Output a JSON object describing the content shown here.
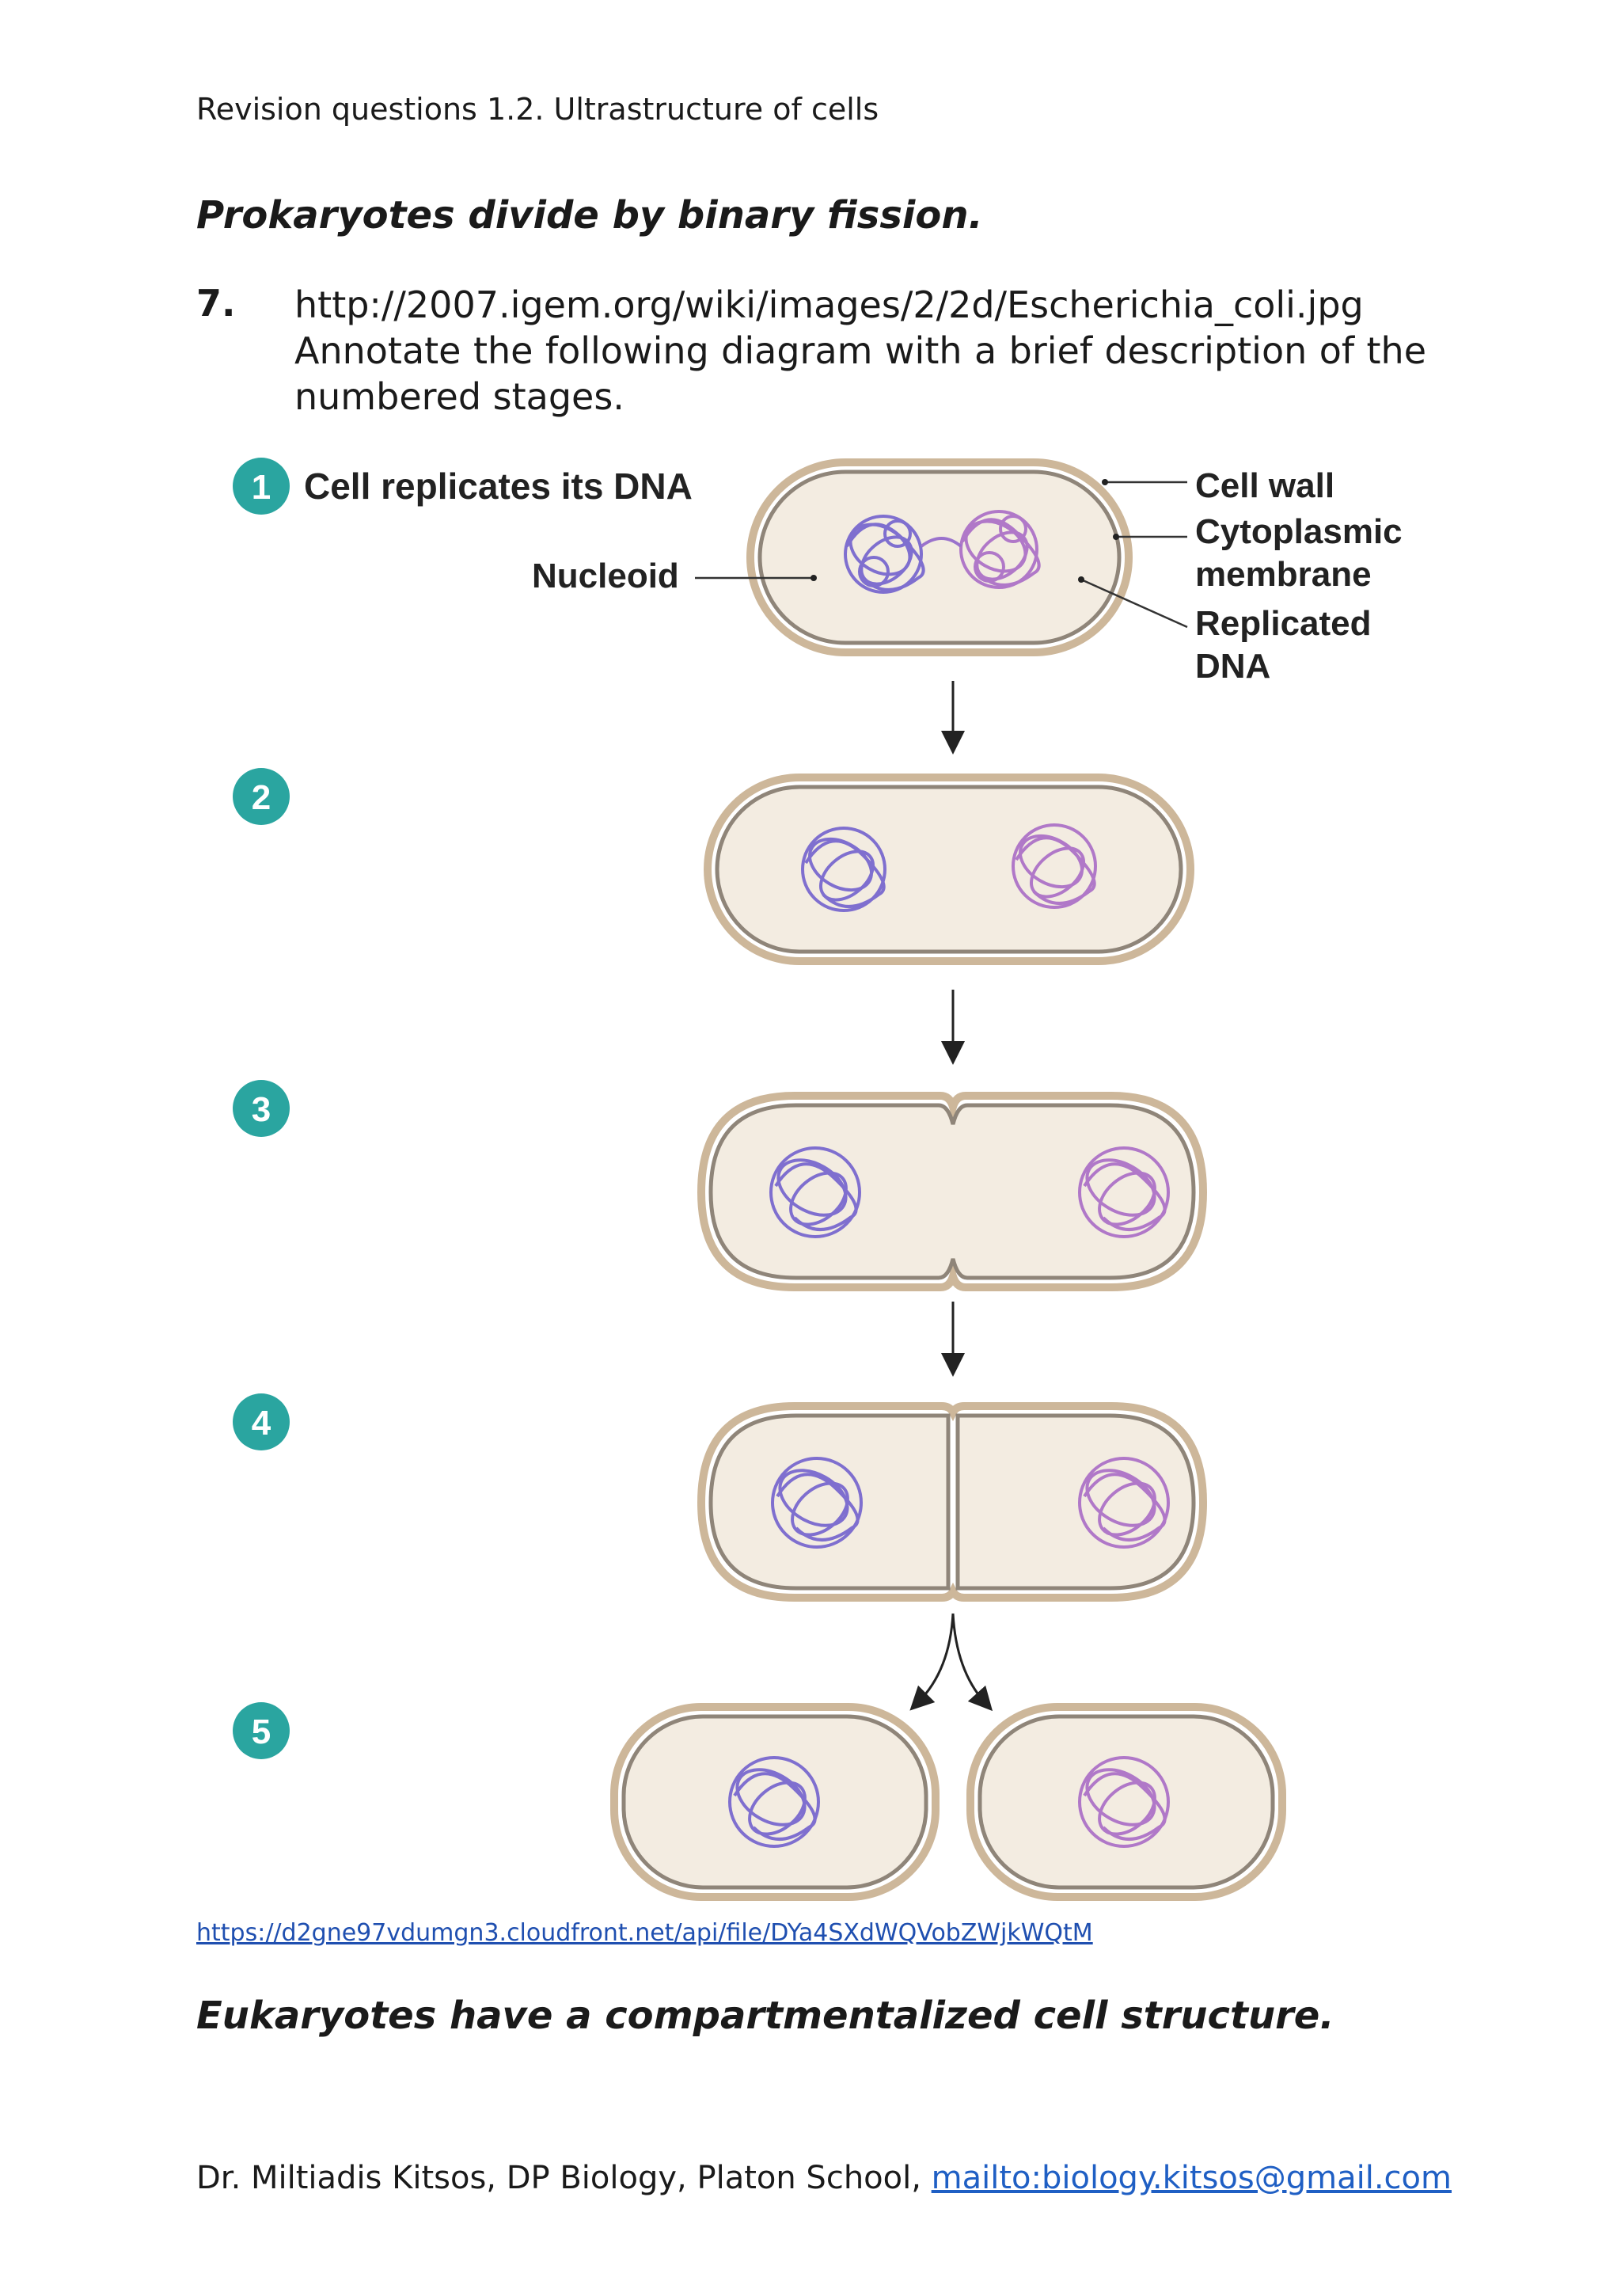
{
  "header": {
    "title": "Revision questions 1.2. Ultrastructure  of cells"
  },
  "section1": {
    "heading": "Prokaryotes divide by binary fission."
  },
  "question": {
    "number": "7.",
    "url": "http://2007.igem.org/wiki/images/2/2d/Escherichia_coli.jpg",
    "line2": "Annotate the following diagram with a brief description of the",
    "line3": "numbered stages."
  },
  "diagram": {
    "stage_numbers": [
      "1",
      "2",
      "3",
      "4",
      "5"
    ],
    "stage1_caption": "Cell replicates its DNA",
    "labels": {
      "nucleoid": "Nucleoid",
      "cell_wall": "Cell wall",
      "cytoplasmic_1": "Cytoplasmic",
      "cytoplasmic_2": "membrane",
      "replicated_1": "Replicated",
      "replicated_2": "DNA"
    },
    "colors": {
      "badge": "#2aa5a0",
      "cell_fill": "#f3ece1",
      "cell_wall": "#a89a88",
      "dna_blue": "#7f6fcf",
      "dna_pink": "#b078c8"
    }
  },
  "source_link": "https://d2gne97vdumgn3.cloudfront.net/api/file/DYa4SXdWQVobZWjkWQtM",
  "section2": {
    "heading": "Eukaryotes have a compartmentalized cell structure."
  },
  "footer": {
    "text": "Dr. Miltiadis Kitsos, DP Biology, Platon School, ",
    "email_link": "mailto:biology.kitsos@gmail.com"
  }
}
